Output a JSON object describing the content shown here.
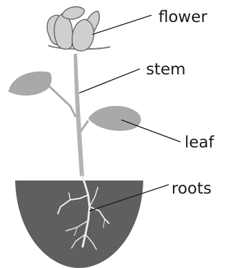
{
  "labels": {
    "flower": "flower",
    "stem": "stem",
    "leaf": "leaf",
    "roots": "roots"
  },
  "colors": {
    "soil": "#5f5f5f",
    "petal_fill": "#cfcfcf",
    "petal_stroke": "#5a5a5a",
    "leaf_fill": "#a9a9a9",
    "stem_fill": "#b3b3b3",
    "root_fill": "#ececec",
    "line": "#1a1a1a"
  }
}
